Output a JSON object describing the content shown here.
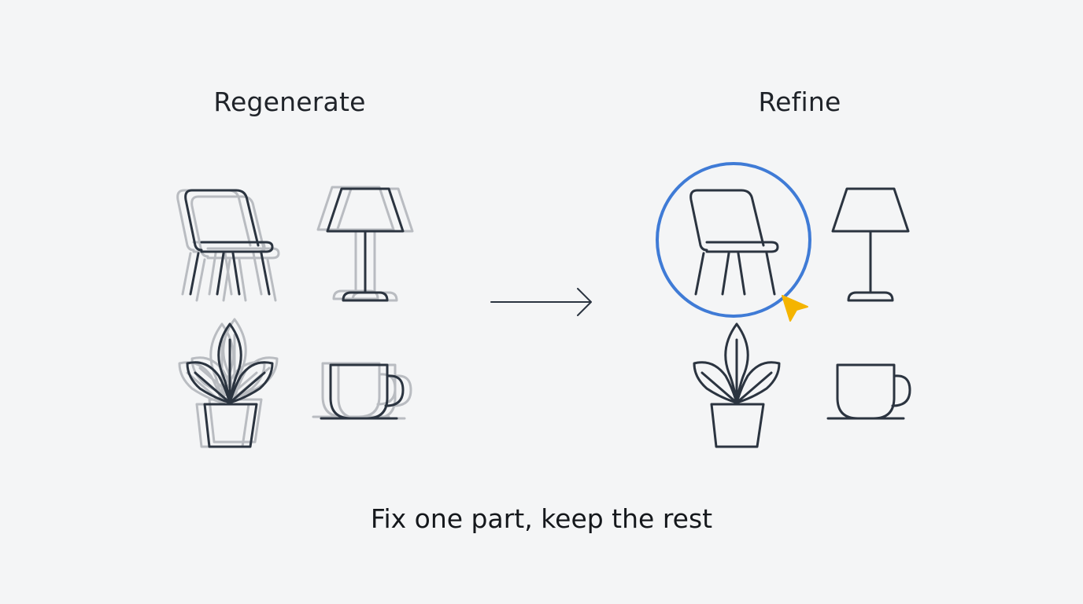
{
  "regenerate_panel": {
    "title": "Regenerate",
    "items": [
      "chair",
      "lamp",
      "plant",
      "cup"
    ]
  },
  "refine_panel": {
    "title": "Refine",
    "items": [
      "chair",
      "lamp",
      "plant",
      "cup"
    ],
    "selected_item": "chair"
  },
  "caption": "Fix one part, keep the rest",
  "colors": {
    "background": "#f4f5f6",
    "icon_stroke": "#2b3440",
    "ghost_stroke": "#b9bcc1",
    "selection_ring": "#3f7bd6",
    "cursor": "#f4b400"
  },
  "icons": [
    "chair-icon",
    "lamp-icon",
    "plant-icon",
    "cup-icon",
    "arrow-right-icon",
    "cursor-icon"
  ]
}
